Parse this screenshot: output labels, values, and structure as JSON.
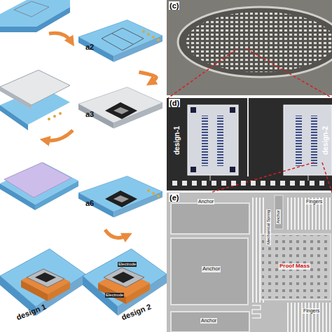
{
  "diagram": {
    "nodes": [
      {
        "text": [
          "a2"
        ]
      },
      {
        "text": [
          "a3"
        ]
      },
      {
        "text": [
          "a6"
        ]
      },
      {
        "text": [
          "design 1"
        ]
      },
      {
        "text": [
          "design 2"
        ]
      }
    ],
    "edges": [
      {
        "from": 0,
        "to": 1,
        "arrow": "to"
      }
    ],
    "labels": [
      "(c)",
      "(d)",
      "design-1",
      "design-2",
      "(e)",
      "Anchor",
      "Anchor",
      "Mechanical Spring",
      "Fingers",
      "Anchor",
      "Proof Mass",
      "Fingers",
      "Anchor",
      "Electrode",
      "Electrode"
    ]
  }
}
